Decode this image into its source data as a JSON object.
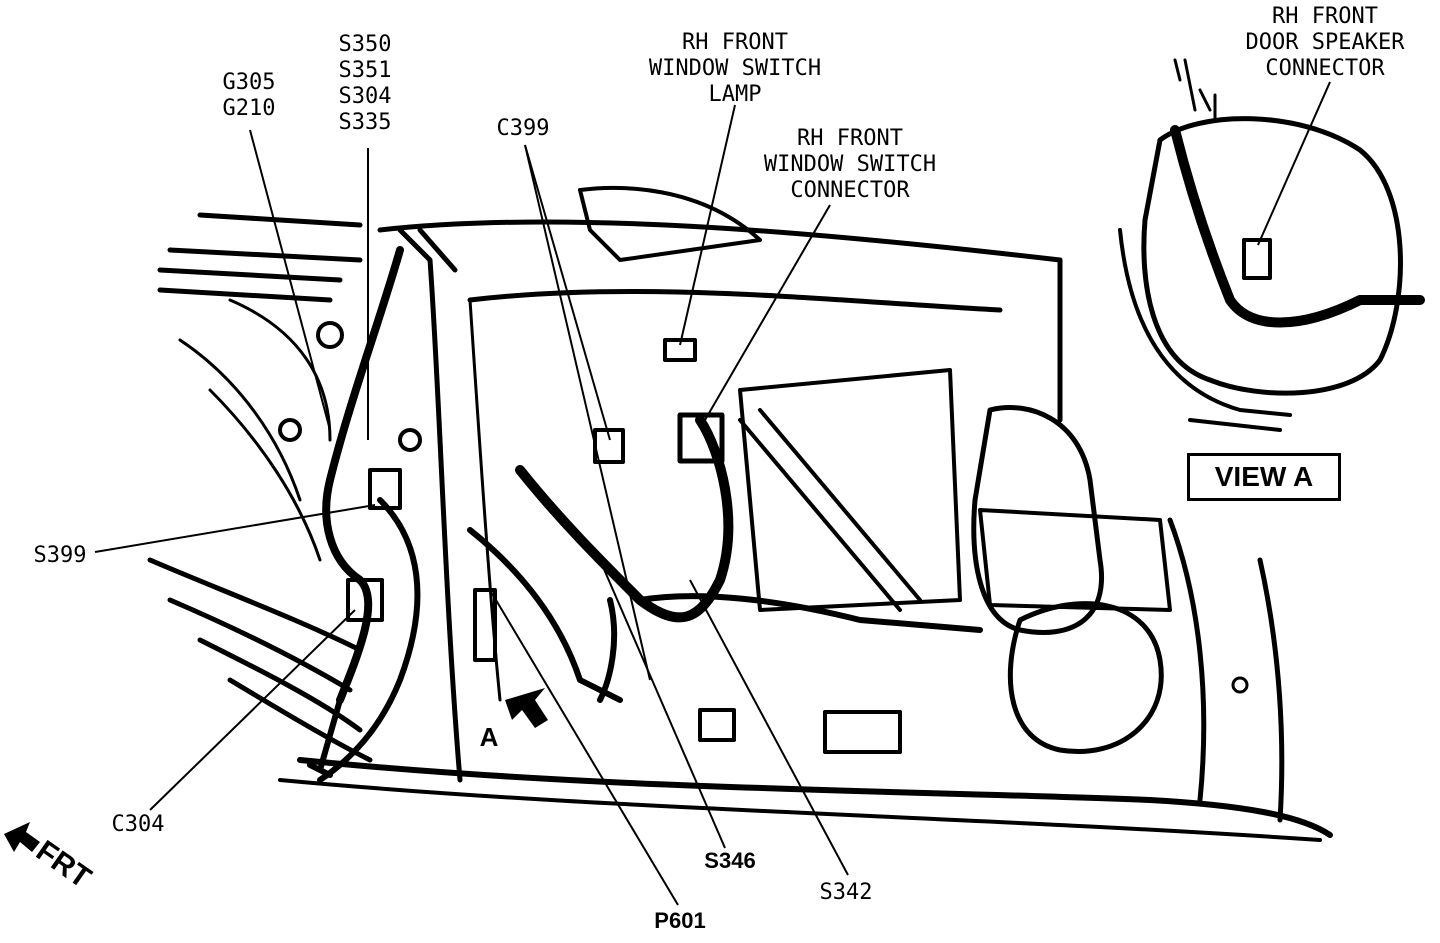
{
  "labels": {
    "g305_g210": [
      "G305",
      "G210"
    ],
    "s350_group": [
      "S350",
      "S351",
      "S304",
      "S335"
    ],
    "c399": "C399",
    "rh_front_window_switch_lamp": [
      "RH FRONT",
      "WINDOW SWITCH",
      "LAMP"
    ],
    "rh_front_window_switch_connector": [
      "RH FRONT",
      "WINDOW SWITCH",
      "CONNECTOR"
    ],
    "rh_front_door_speaker_connector": [
      "RH FRONT",
      "DOOR SPEAKER",
      "CONNECTOR"
    ],
    "view_a": "VIEW A",
    "s399": "S399",
    "c304": "C304",
    "s346": "S346",
    "s342": "S342",
    "p601": "P601",
    "a_marker": "A",
    "frt": "FRT"
  }
}
